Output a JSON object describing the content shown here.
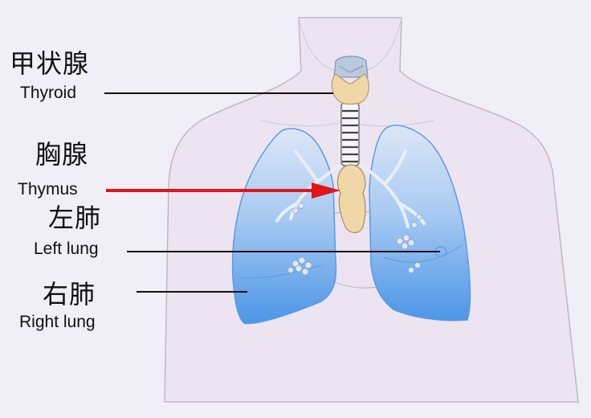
{
  "labels": [
    {
      "id": "thyroid",
      "zh": "甲状腺",
      "en": "Thyroid"
    },
    {
      "id": "thymus",
      "zh": "胸腺",
      "en": "Thymus"
    },
    {
      "id": "left_lung",
      "zh": "左肺",
      "en": "Left lung"
    },
    {
      "id": "right_lung",
      "zh": "右肺",
      "en": "Right lung"
    }
  ],
  "colors": {
    "background": "#f0eef6",
    "body": "#ede4f1",
    "lung": "#7cb4ec",
    "lung_edge": "#3d84df",
    "gland": "#f0d7a8",
    "pointer_highlight": "#e0161b",
    "leader_line": "#111111"
  }
}
